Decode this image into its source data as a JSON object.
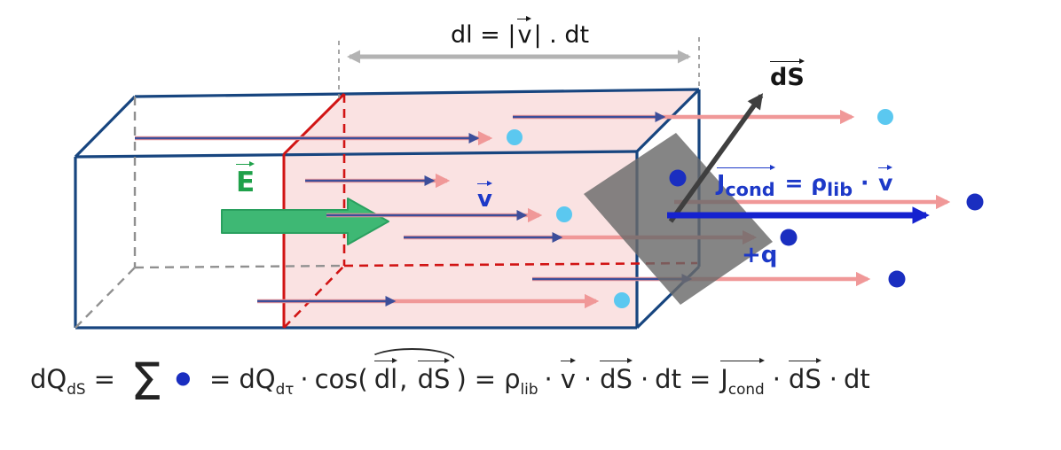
{
  "colors": {
    "box_outline": "#17457f",
    "hidden_edge_gray": "#909090",
    "cross_section_red": "#d11414",
    "swept_fill": "#f6c6c6",
    "velocity_arrow": "#f09898",
    "drift_arrow": "#3c4e9a",
    "charge_inside": "#5bc8f0",
    "charge_crossed": "#1a2ec0",
    "e_field_green": "#3eb874",
    "e_field_stroke": "#2aa05f",
    "surface_gray": "#6a6a6a",
    "ds_arrow_dark": "#3f3f3f",
    "j_cond_blue": "#1522cf",
    "measure_gray": "#b3b3b3",
    "label_blue": "#1d39c8",
    "label_green": "#1fa14a",
    "text_dark": "#232323"
  },
  "labels": {
    "measure": {
      "pre": "dl = |",
      "v": "v",
      "post": "| . dt"
    },
    "e_field": "E",
    "velocity": "v",
    "surface": "dS",
    "plus_q": "+q",
    "j_cond": {
      "J": "J",
      "cond": "cond",
      "eq": "=",
      "rho": "ρ",
      "lib": "lib",
      "cdot": "·",
      "v": "v"
    }
  },
  "formula": {
    "dQ": "dQ",
    "sub_dS": "dS",
    "eq": "=",
    "sigma": "Σ",
    "bullet": "●",
    "sub_dtau": "dτ",
    "cdot": "·",
    "cos_open": "cos(",
    "dl": "dl",
    "comma": ",",
    "dS": "dS",
    "close_paren": ")",
    "rho": "ρ",
    "sub_lib": "lib",
    "v": "v",
    "dt": "dt",
    "J": "J",
    "sub_cond": "cond"
  }
}
